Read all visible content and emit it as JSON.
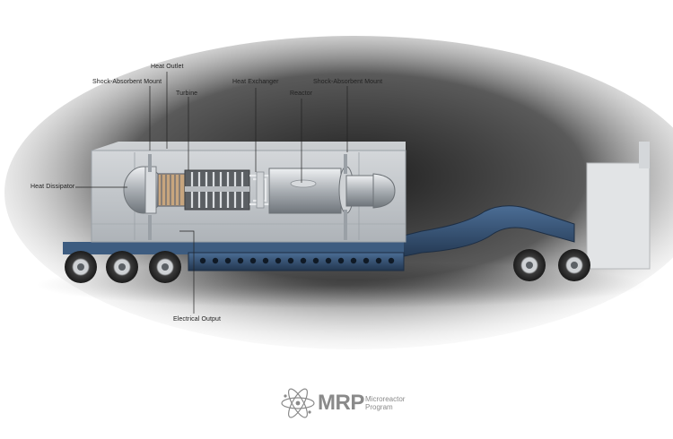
{
  "labels": {
    "heat_outlet": "Heat Outlet",
    "shock_mount_left": "Shock-Absorbent Mount",
    "turbine": "Turbine",
    "heat_exchanger": "Heat Exchanger",
    "reactor": "Reactor",
    "shock_mount_right": "Shock-Absorbent Mount",
    "heat_dissipator": "Heat Dissipator",
    "electrical_output": "Electrical Output"
  },
  "logo": {
    "name": "MRP",
    "line1": "Microreactor",
    "line2": "Program",
    "icon": "atom-icon"
  },
  "colors": {
    "trailer": "#2f4a6a",
    "trailer_light": "#45678f",
    "container": "#c9cdd1",
    "reactor_metal": "#c2c6ca",
    "tire": "#3a3a3a",
    "logo": "#8a8a8a"
  }
}
